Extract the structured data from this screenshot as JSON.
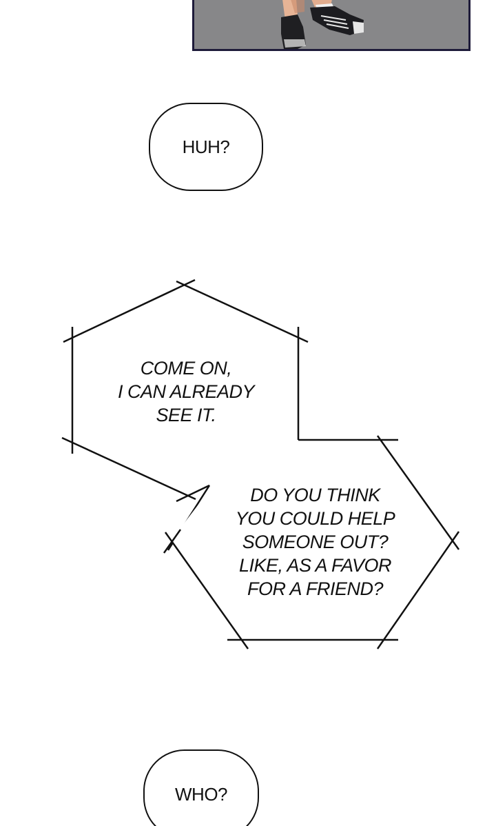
{
  "top_panel": {
    "description_icon": "sneakers-on-concrete-floor-image",
    "border_color": "#1e1b3a"
  },
  "bubbles": {
    "huh": "HUH?",
    "who": "WHO?"
  },
  "narration": {
    "box1": {
      "lines": [
        "COME ON,",
        "I CAN ALREADY",
        "SEE IT."
      ]
    },
    "box2": {
      "lines": [
        "DO YOU THINK",
        "YOU COULD HELP",
        "SOMEONE OUT?",
        "LIKE, AS A FAVOR",
        "FOR A FRIEND?"
      ]
    }
  }
}
